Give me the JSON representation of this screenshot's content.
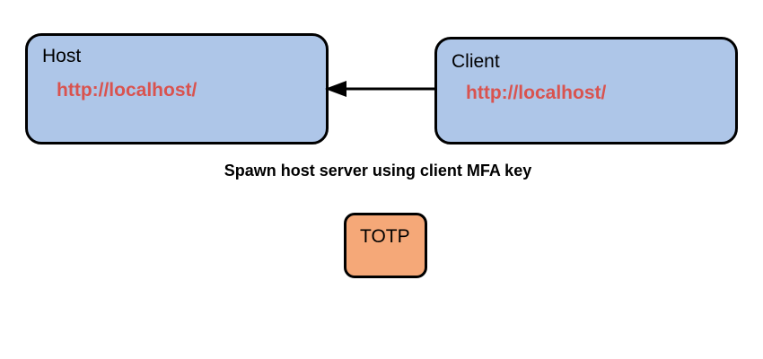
{
  "nodes": {
    "host": {
      "title": "Host",
      "url": "http://localhost/"
    },
    "client": {
      "title": "Client",
      "url": "http://localhost/"
    },
    "totp": {
      "title": "TOTP"
    }
  },
  "caption": "Spawn host server using client MFA key",
  "colors": {
    "box_fill_blue": "#aec6e8",
    "box_fill_orange": "#f5a878",
    "url_text": "#d9534f",
    "border": "#000000"
  },
  "edges": [
    {
      "from": "client",
      "to": "host",
      "type": "arrow"
    }
  ]
}
